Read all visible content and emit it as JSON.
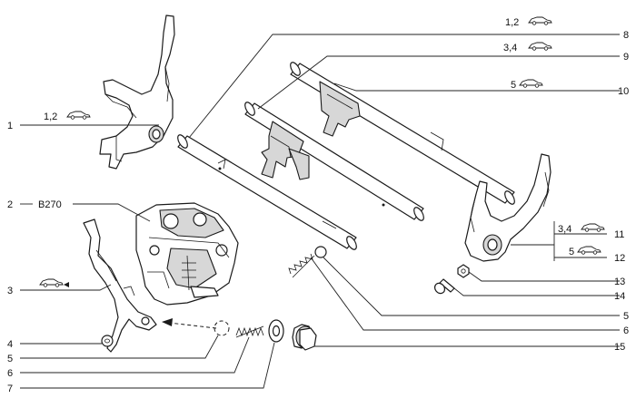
{
  "callouts": {
    "c1": "1",
    "c2": "2",
    "c2_code": "B270",
    "c3": "3",
    "c4": "4",
    "c5a": "5",
    "c6a": "6",
    "c7": "7",
    "c8": "8",
    "c9": "9",
    "c10": "10",
    "c11": "11",
    "c12": "12",
    "c13": "13",
    "c14": "14",
    "c5b": "5",
    "c6b": "6",
    "c15": "15"
  },
  "variants": {
    "v1": "1,2",
    "v8": "1,2",
    "v9": "3,4",
    "v10": "5",
    "v11": "3,4",
    "v12": "5"
  },
  "icons": {
    "vehicle": "car-icon",
    "vehicle_arrow": "car-arrow-icon"
  },
  "colors": {
    "ink": "#1a1a1a",
    "background": "#ffffff",
    "shading": "#d7d7d7"
  }
}
